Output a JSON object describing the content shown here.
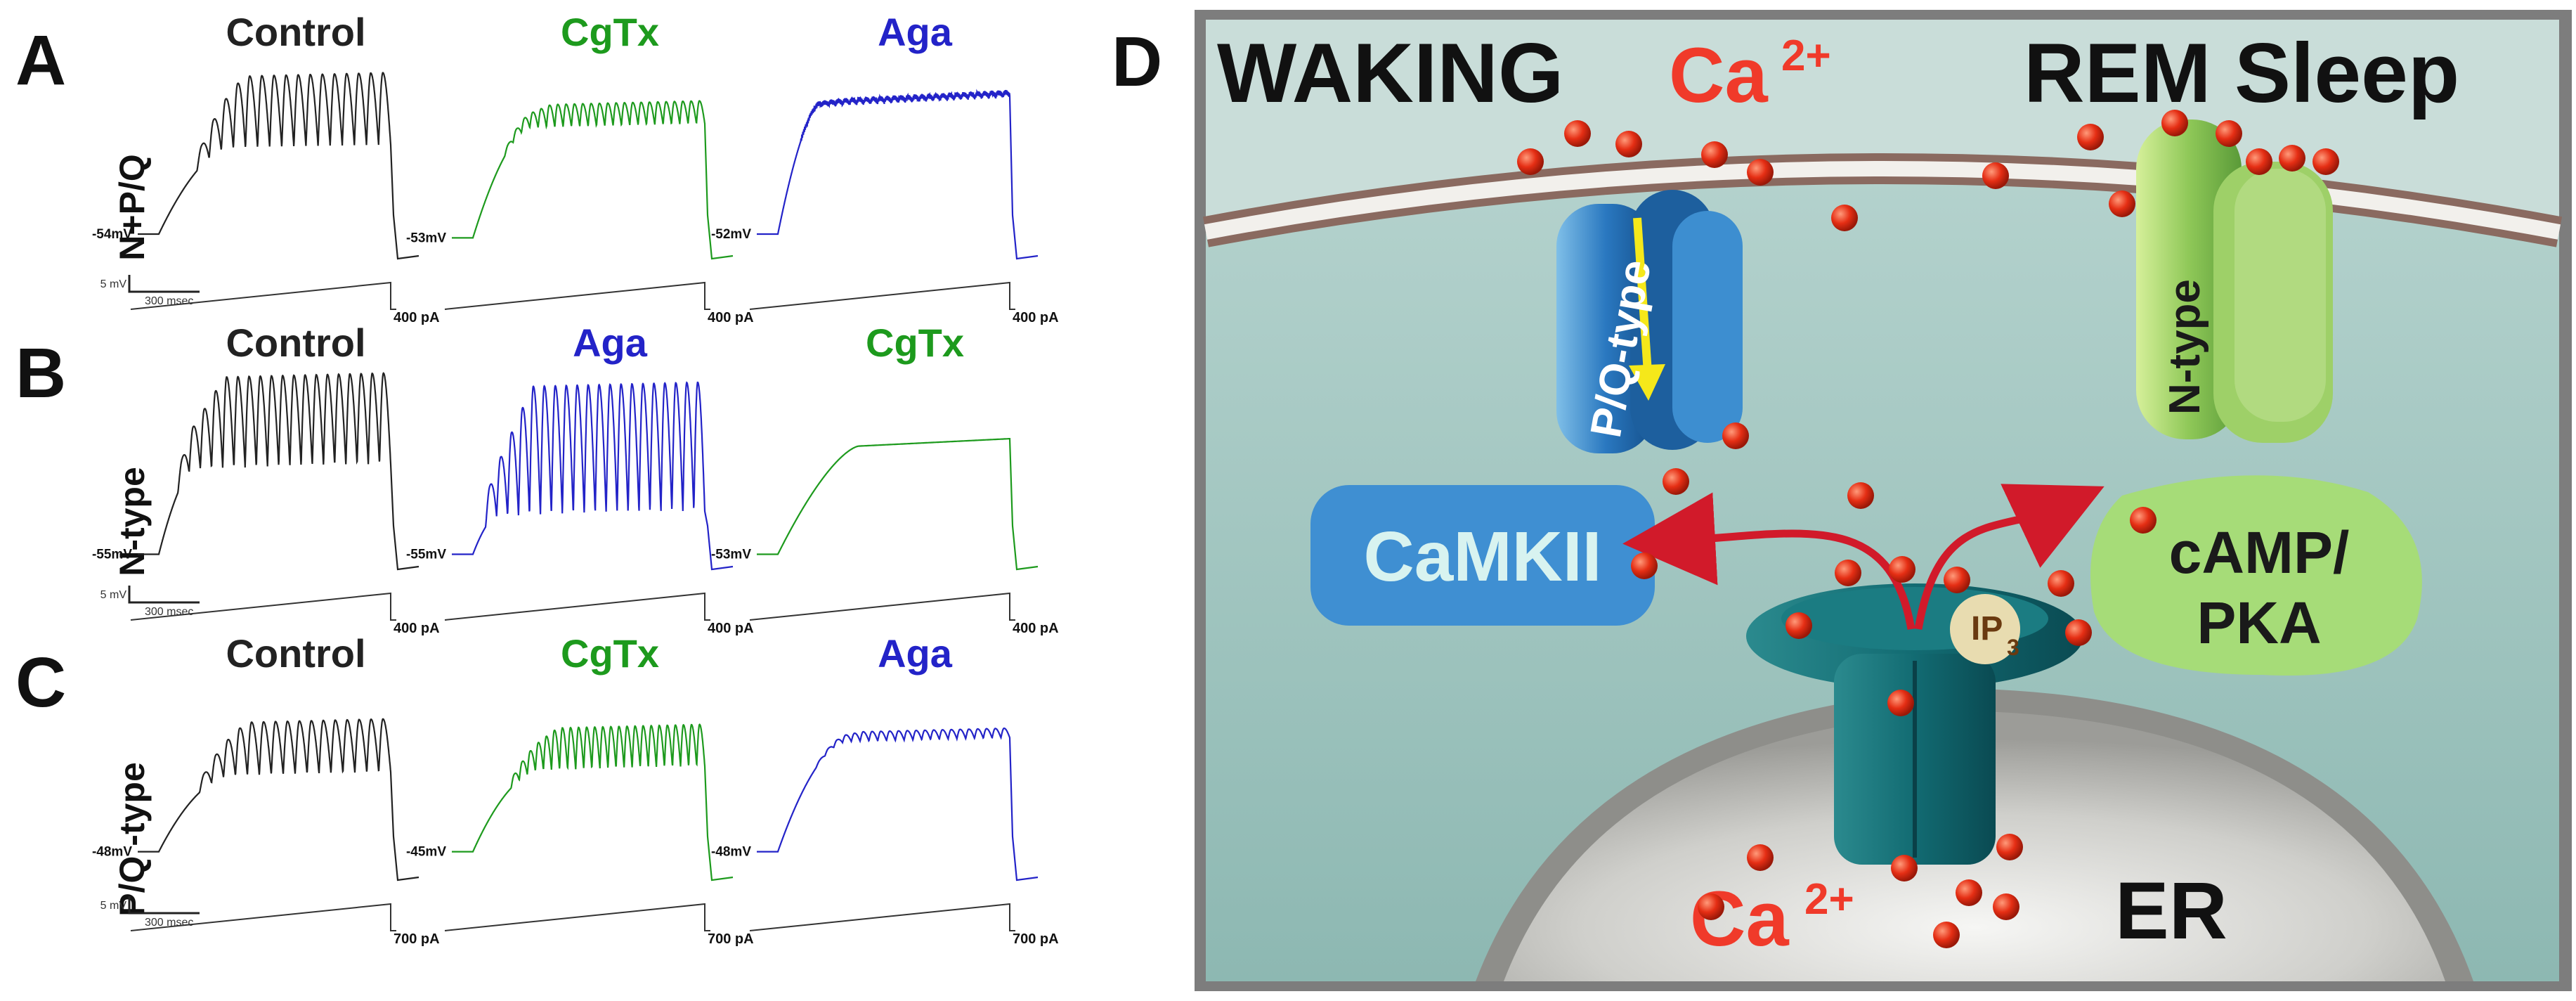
{
  "colors": {
    "control": "#222222",
    "cgtx": "#1d9a1d",
    "aga": "#2323c8",
    "calcium": "#f03a2a",
    "camkii_box": "#3f8fd2",
    "camp_blob": "#a6dc78",
    "background_cell": "#9cc3bd"
  },
  "panel_a": {
    "letter": "A",
    "row_label": "N+P/Q",
    "traces": [
      {
        "label": "Control",
        "vm": "-54mV",
        "current": "400 pA"
      },
      {
        "label": "CgTx",
        "vm": "-53mV",
        "current": "400 pA"
      },
      {
        "label": "Aga",
        "vm": "-52mV",
        "current": "400 pA"
      }
    ],
    "scale_v": "5 mV",
    "scale_t": "300 msec"
  },
  "panel_b": {
    "letter": "B",
    "row_label": "N-type",
    "traces": [
      {
        "label": "Control",
        "vm": "-55mV",
        "current": "400 pA"
      },
      {
        "label": "Aga",
        "vm": "-55mV",
        "current": "400 pA"
      },
      {
        "label": "CgTx",
        "vm": "-53mV",
        "current": "400 pA"
      }
    ],
    "scale_v": "5 mV",
    "scale_t": "300 msec"
  },
  "panel_c": {
    "letter": "C",
    "row_label": "P/Q -type",
    "traces": [
      {
        "label": "Control",
        "vm": "-48mV",
        "current": "700 pA"
      },
      {
        "label": "CgTx",
        "vm": "-45mV",
        "current": "700 pA"
      },
      {
        "label": "Aga",
        "vm": "-48mV",
        "current": "700 pA"
      }
    ],
    "scale_v": "5 mV",
    "scale_t": "300 msec"
  },
  "panel_d": {
    "letter": "D",
    "waking": "WAKING",
    "rem": "REM Sleep",
    "ca_top": "Ca",
    "ca_top_sup": "2+",
    "ca_bottom": "Ca",
    "ca_bottom_sup": "2+",
    "pq_channel": "P/Q-type",
    "n_channel": "N-type",
    "camkii": "CaMKII",
    "camp_line1": "cAMP/",
    "camp_line2": "PKA",
    "ip3": "IP",
    "ip3_sub": "3",
    "er": "ER"
  },
  "trace_params": [
    [
      {
        "color": "control",
        "start": 0.1,
        "plateau": 0.55,
        "amp": 0.38,
        "spikes": 16,
        "rise": 0.3,
        "curve": 0.7
      },
      {
        "color": "cgtx",
        "start": 0.08,
        "plateau": 0.66,
        "amp": 0.12,
        "spikes": 24,
        "rise": 0.25,
        "curve": 0.7
      },
      {
        "color": "aga",
        "start": 0.1,
        "plateau": 0.78,
        "amp": 0.02,
        "spikes": 30,
        "rise": 0.18,
        "curve": 0.6
      }
    ],
    [
      {
        "color": "control",
        "start": 0.05,
        "plateau": 0.5,
        "amp": 0.48,
        "spikes": 19,
        "rise": 0.15,
        "curve": 0.6
      },
      {
        "color": "aga",
        "start": 0.05,
        "plateau": 0.25,
        "amp": 0.68,
        "spikes": 20,
        "rise": 0.1,
        "curve": 0.6
      },
      {
        "color": "cgtx",
        "start": 0.05,
        "plateau": 0.62,
        "amp": 0.0,
        "spikes": 0,
        "rise": 0.35,
        "curve": 0.5
      }
    ],
    [
      {
        "color": "control",
        "start": 0.12,
        "plateau": 0.52,
        "amp": 0.28,
        "spikes": 16,
        "rise": 0.32,
        "curve": 0.9
      },
      {
        "color": "cgtx",
        "start": 0.12,
        "plateau": 0.55,
        "amp": 0.22,
        "spikes": 24,
        "rise": 0.3,
        "curve": 0.9
      },
      {
        "color": "aga",
        "start": 0.12,
        "plateau": 0.7,
        "amp": 0.05,
        "spikes": 22,
        "rise": 0.3,
        "curve": 0.8
      }
    ]
  ]
}
